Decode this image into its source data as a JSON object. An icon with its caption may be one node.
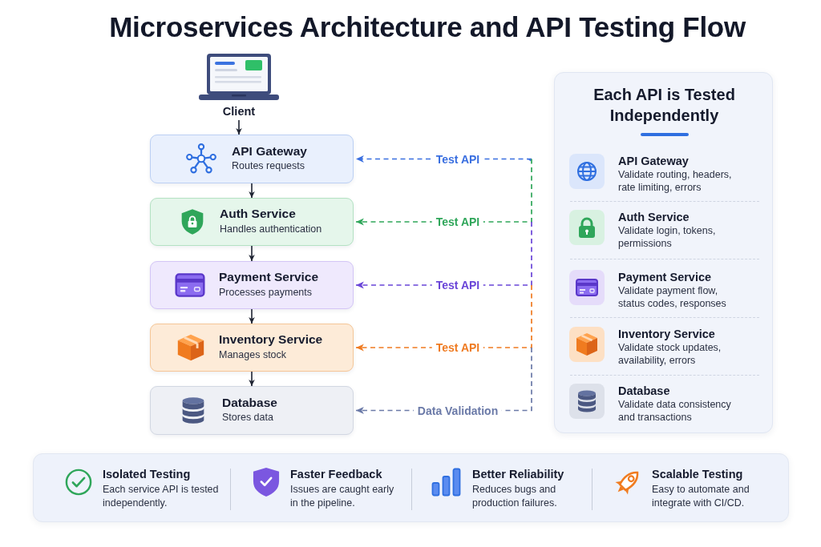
{
  "diagram": {
    "title": "Microservices Architecture and API Testing Flow",
    "nodes": [
      {
        "text": [
          "Client"
        ]
      },
      {
        "text": [
          "API Gateway",
          "Routes requests"
        ]
      },
      {
        "text": [
          "Auth Service",
          "Handles authentication"
        ]
      },
      {
        "text": [
          "Payment Service",
          "Processes payments"
        ]
      },
      {
        "text": [
          "Inventory Service",
          "Manages stock"
        ]
      },
      {
        "text": [
          "Database",
          "Stores data"
        ]
      },
      {
        "text": [
          "Each API is Tested Independently"
        ]
      }
    ],
    "edges": [
      {
        "from": 0,
        "to": 1,
        "arrow": "to"
      },
      {
        "from": 1,
        "to": 2,
        "arrow": "to"
      },
      {
        "from": 2,
        "to": 3,
        "arrow": "to"
      },
      {
        "from": 3,
        "to": 4,
        "arrow": "to"
      },
      {
        "from": 4,
        "to": 5,
        "arrow": "to"
      },
      {
        "from": null,
        "to": 1,
        "arrow": "to",
        "label": "Test API",
        "style": "dashed",
        "color": "#3a6fe0"
      },
      {
        "from": null,
        "to": 2,
        "arrow": "to",
        "label": "Test API",
        "style": "dashed",
        "color": "#2fa65a"
      },
      {
        "from": null,
        "to": 3,
        "arrow": "to",
        "label": "Test API",
        "style": "dashed",
        "color": "#6a45d8"
      },
      {
        "from": null,
        "to": 4,
        "arrow": "to",
        "label": "Test API",
        "style": "dashed",
        "color": "#ef7b22"
      },
      {
        "from": null,
        "to": 5,
        "arrow": "to",
        "label": "Data Validation",
        "style": "dashed",
        "color": "#6b7aa8"
      }
    ],
    "labels": [
      "API Gateway",
      "Validate routing, headers, rate limiting, errors",
      "Auth Service",
      "Validate login, tokens, permissions",
      "Payment Service",
      "Validate payment flow, status codes, responses",
      "Inventory Service",
      "Validate stock updates, availability, errors",
      "Database",
      "Validate data consistency and transactions",
      "Isolated Testing",
      "Each service API is tested independently.",
      "Faster Feedback",
      "Issues are caught early in the pipeline.",
      "Better Reliability",
      "Reduces bugs and production failures.",
      "Scalable Testing",
      "Easy to automate and integrate with CI/CD."
    ]
  }
}
